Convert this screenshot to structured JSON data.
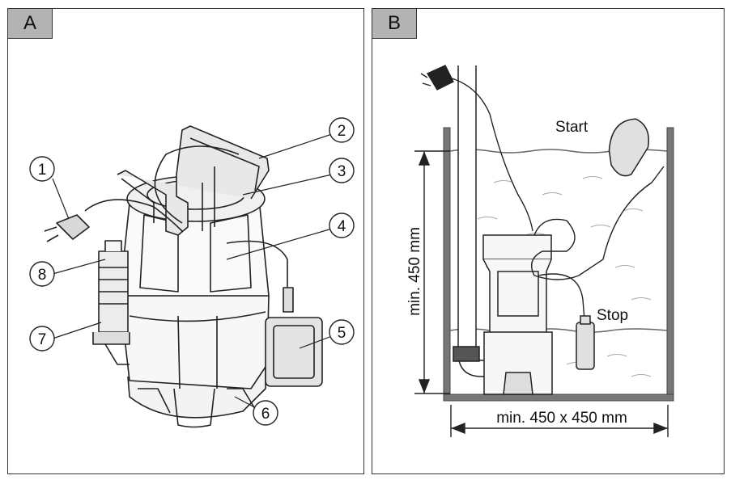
{
  "panels": [
    {
      "tag": "A",
      "callouts": [
        "1",
        "2",
        "3",
        "4",
        "5",
        "6",
        "7",
        "8"
      ]
    },
    {
      "tag": "B",
      "labels": {
        "start": "Start",
        "stop": "Stop",
        "height": "min. 450 mm",
        "width": "min. 450 x 450 mm"
      }
    }
  ]
}
